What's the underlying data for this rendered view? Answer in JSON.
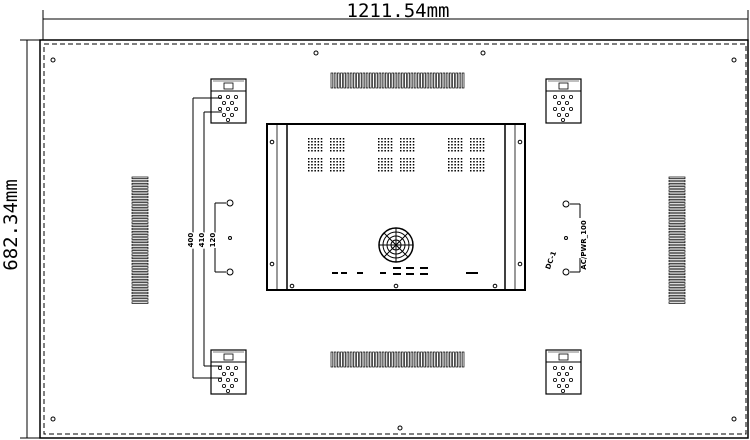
{
  "dimensions": {
    "width_label": "1211.54mm",
    "height_label": "682.34mm"
  },
  "mount_labels": {
    "outer": "400",
    "middle": "410",
    "inner": "120"
  },
  "connector_labels": {
    "port_primary": "AC/PWR_100",
    "port_secondary": "DC-1"
  },
  "colors": {
    "line": "#000000",
    "background": "#ffffff"
  }
}
